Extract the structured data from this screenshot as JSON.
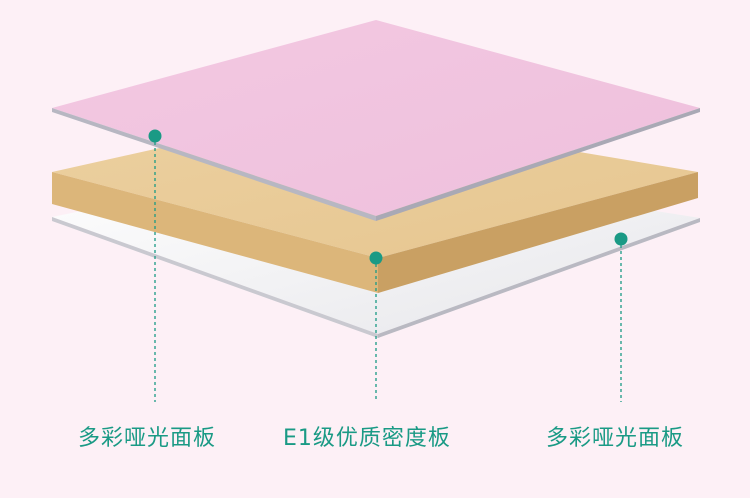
{
  "layers": [
    {
      "name": "top-pink-panel",
      "color": "#f0c2df"
    },
    {
      "name": "mdf-board",
      "color": "#e8c792"
    },
    {
      "name": "bottom-white-panel",
      "color": "#f1f1f3"
    }
  ],
  "accent_color": "#1a9a85",
  "labels": {
    "left": "多彩哑光面板",
    "middle": "E1级优质密度板",
    "right": "多彩哑光面板"
  }
}
